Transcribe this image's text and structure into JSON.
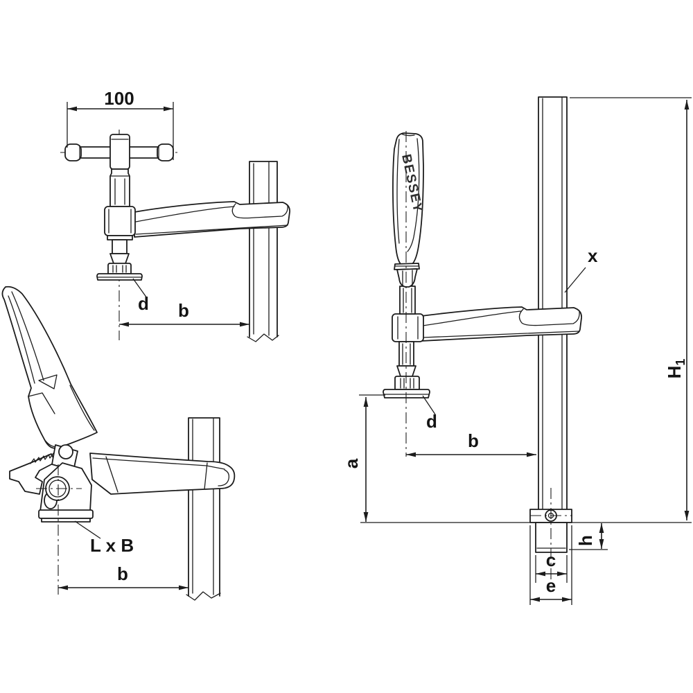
{
  "page": {
    "background": "#ffffff",
    "line_color": "#1c1c1c"
  },
  "views": {
    "tbar": {
      "labels": {
        "handle_length": "100",
        "pad_diameter": "d",
        "throat_depth": "b"
      }
    },
    "lever": {
      "labels": {
        "pad_size": "L x B",
        "throat_depth": "b"
      }
    },
    "main": {
      "brand": "BESSEY",
      "labels": {
        "rail_marker": "x",
        "height_symbol": "H",
        "height_subscript": "1",
        "opening_height": "a",
        "throat_depth": "b",
        "pad_diameter": "d",
        "foot_height": "h",
        "foot_width": "c",
        "end_width": "e"
      }
    }
  }
}
